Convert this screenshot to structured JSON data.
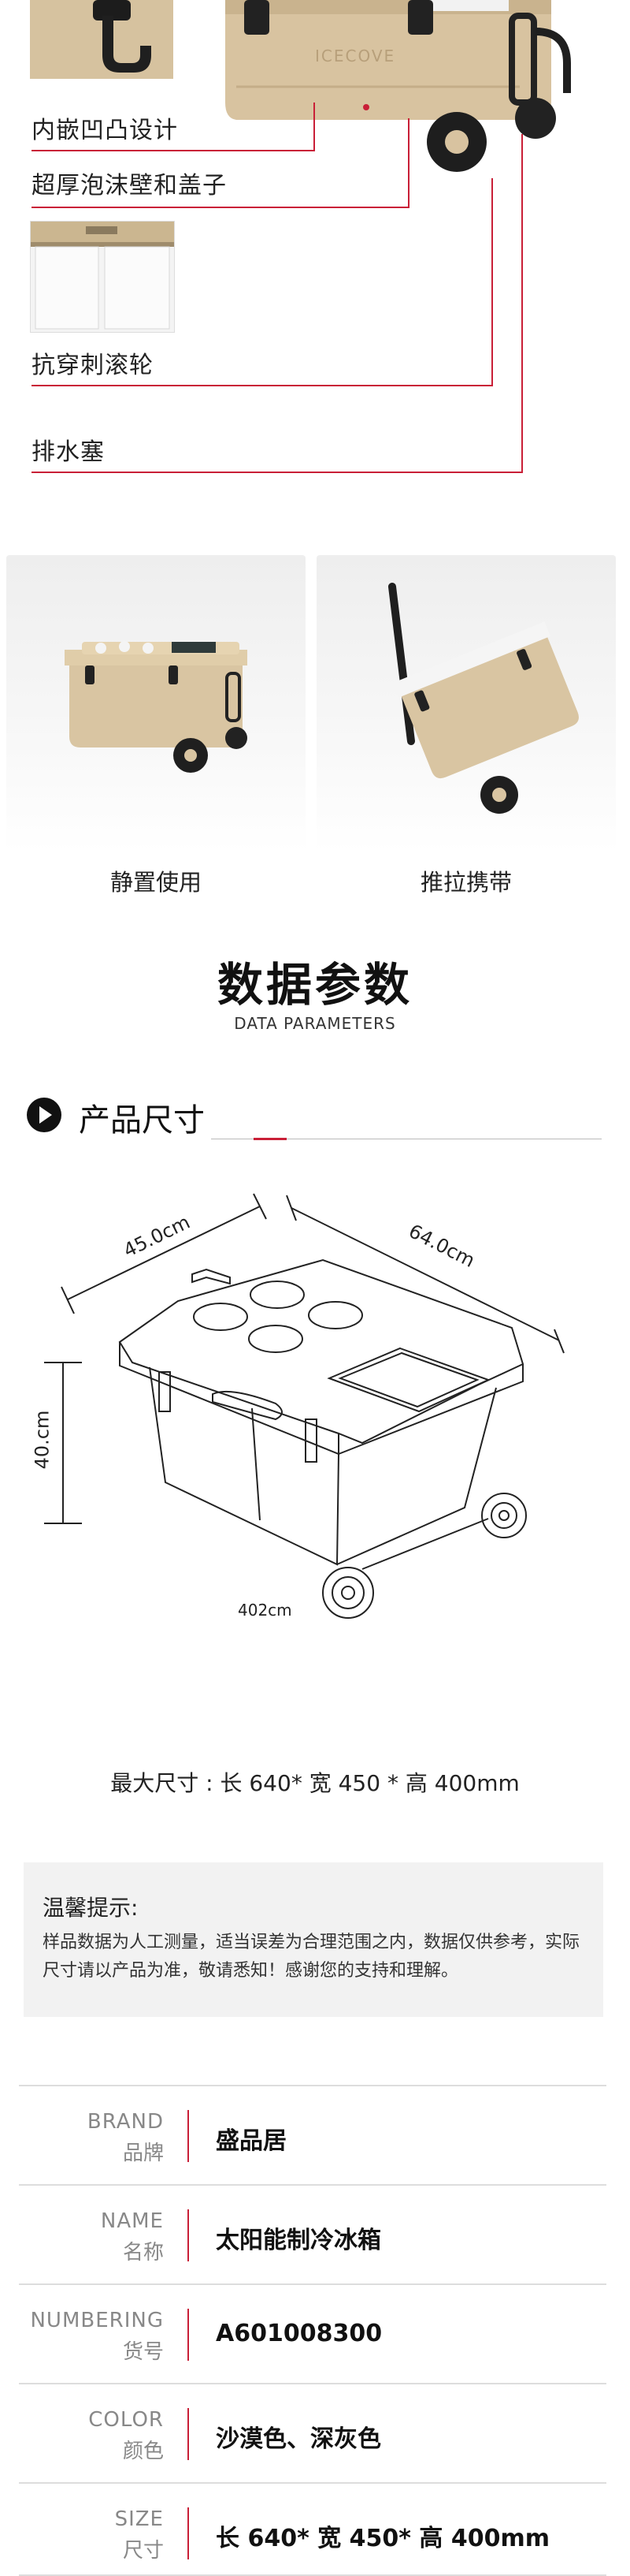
{
  "features": {
    "brand_logo": "ICECOVE",
    "items": [
      {
        "label": "内嵌凹凸设计"
      },
      {
        "label": "超厚泡沫壁和盖子"
      },
      {
        "label": "抗穿刺滚轮"
      },
      {
        "label": "排水塞"
      }
    ]
  },
  "usage": [
    {
      "caption": "静置使用"
    },
    {
      "caption": "推拉携带"
    }
  ],
  "heading": {
    "title": "数据参数",
    "subtitle": "DATA PARAMETERS"
  },
  "size_section": {
    "title": "产品尺寸",
    "dim_width": "45.0cm",
    "dim_length": "64.0cm",
    "dim_height": "40.cm",
    "dim_bottom": "402cm",
    "max_size": "最大尺寸 : 长 640* 宽 450 * 高 400mm"
  },
  "tips": {
    "title": "温馨提示:",
    "body": "样品数据为人工测量，适当误差为合理范围之内，数据仅供参考，实际尺寸请以产品为准，敬请悉知！感谢您的支持和理解。"
  },
  "specs": [
    {
      "en": "BRAND",
      "cn": "品牌",
      "value": "盛品居"
    },
    {
      "en": "NAME",
      "cn": "名称",
      "value": "太阳能制冷冰箱"
    },
    {
      "en": "NUMBERING",
      "cn": "货号",
      "value": "A601008300"
    },
    {
      "en": "COLOR",
      "cn": "颜色",
      "value": "沙漠色、深灰色"
    },
    {
      "en": "SIZE",
      "cn": "尺寸",
      "value": "长 640* 宽 450* 高 400mm"
    }
  ],
  "colors": {
    "accent": "#c91f37",
    "cooler_tan": "#d8c3a0",
    "cooler_dark": "#2a2a2a"
  }
}
